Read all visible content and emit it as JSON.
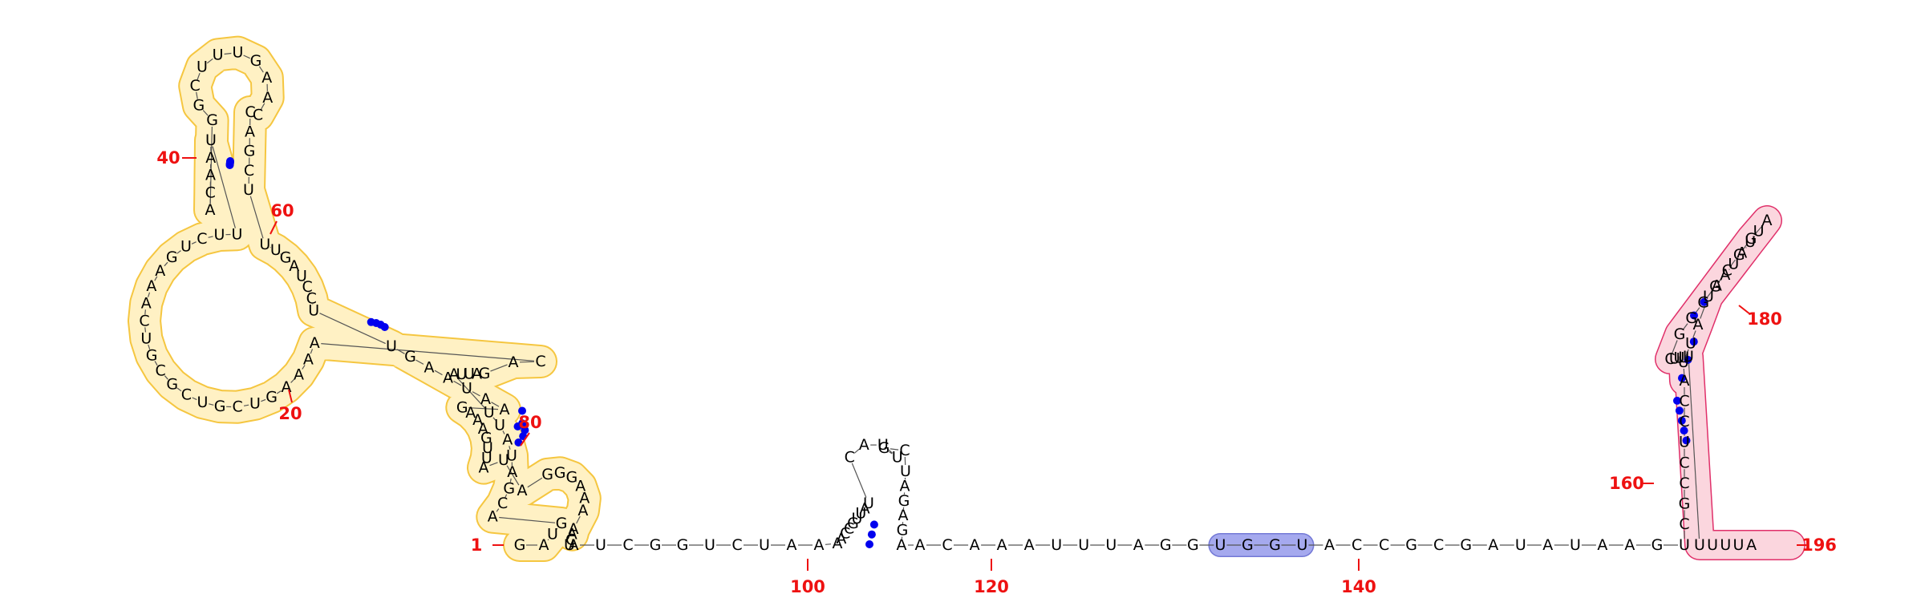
{
  "sequence": "GAUGACGAUAUUAUUAGACAAAAGUCGUCGCGUCAAAGUCUUUAACAGGCUUUGAACCAGCUUUGAUCCUUGAAUAAGAAAGUUAUAGGGAAAAACUAUCGGUCUAAAACCGUUAUCAUUGCUAGAGAACAAAUUUAGGUGGUACCGCGAUAUAAGUCGCCUCCAUUAUAAUAUUAGGCGGGGCUUUUUUUUA",
  "index_labels": [
    "1",
    "20",
    "40",
    "60",
    "80",
    "100",
    "120",
    "140",
    "160",
    "180",
    "196"
  ],
  "colors": {
    "base_pair_dot": "#0000ee",
    "tick_label": "#ee1111",
    "yellow_domain_fill": "#fff1c4",
    "yellow_domain_stroke": "#f5c640",
    "pink_domain_fill": "#fbd6de",
    "pink_domain_stroke": "#e0306a",
    "blue_highlight_fill": "#a5a9ee",
    "blue_highlight_stroke": "#7479d6"
  }
}
